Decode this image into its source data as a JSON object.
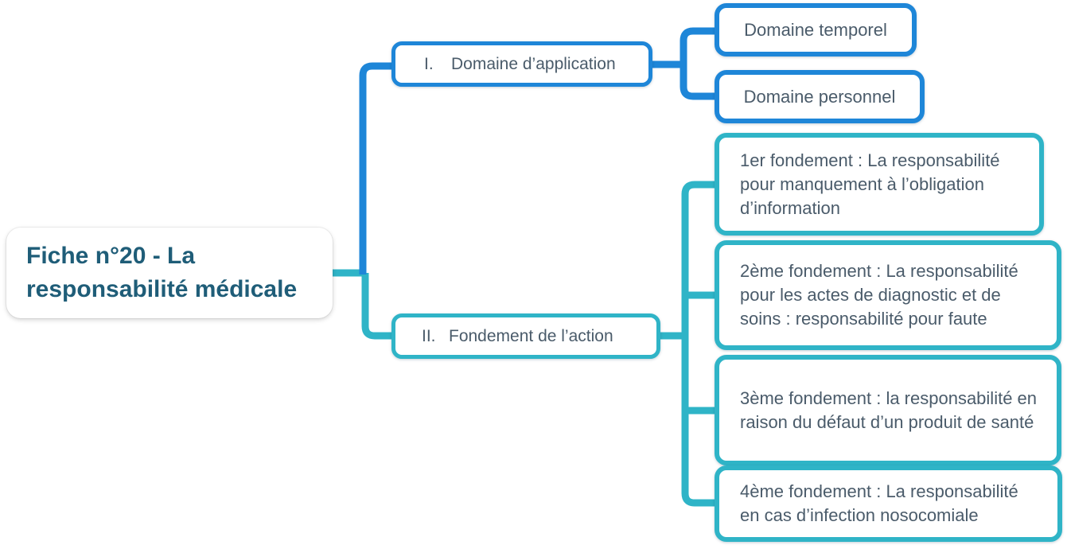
{
  "diagram_title": "Fiche n°20 - La responsabilité médicale",
  "colors": {
    "branch_1_accent": "#1e86d8",
    "branch_2_accent": "#2fb4c7",
    "root_text": "#1f5d78",
    "node_text": "#4a5b6a",
    "node_background": "#ffffff"
  },
  "root": {
    "label": "Fiche n°20 - La responsabilité médicale"
  },
  "branches": [
    {
      "marker": "I.",
      "label": "Domaine d’application",
      "children": [
        {
          "label": "Domaine temporel"
        },
        {
          "label": "Domaine personnel"
        }
      ]
    },
    {
      "marker": "II.",
      "label": "Fondement de l’action",
      "children": [
        {
          "label": "1er fondement : La responsabilité pour manquement à l’obligation d’information"
        },
        {
          "label": "2ème fondement : La responsabilité pour les actes de diagnostic et de soins : responsabilité pour faute"
        },
        {
          "label": "3ème fondement : la responsabilité en raison du défaut d’un produit de santé"
        },
        {
          "label": "4ème fondement : La responsabilité en cas d’infection nosocomiale"
        }
      ]
    }
  ]
}
